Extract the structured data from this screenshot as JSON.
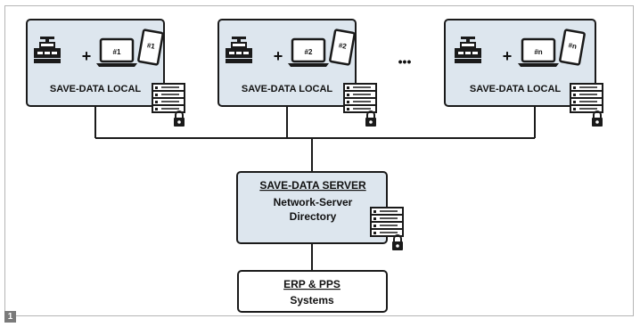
{
  "clients": [
    {
      "device_label": "#1",
      "tablet_label": "#1",
      "caption": "SAVE-DATA LOCAL"
    },
    {
      "device_label": "#2",
      "tablet_label": "#2",
      "caption": "SAVE-DATA LOCAL"
    },
    {
      "device_label": "#n",
      "tablet_label": "#n",
      "caption": "SAVE-DATA LOCAL"
    }
  ],
  "plus_sign": "+",
  "ellipsis": "•••",
  "server": {
    "title": "SAVE-DATA SERVER",
    "line1": "Network-Server",
    "line2": "Directory"
  },
  "erp": {
    "title": "ERP & PPS",
    "subtitle": "Systems"
  },
  "figure_number": "1",
  "colors": {
    "box_fill": "#dde6ee",
    "stroke": "#1a1a1a"
  }
}
